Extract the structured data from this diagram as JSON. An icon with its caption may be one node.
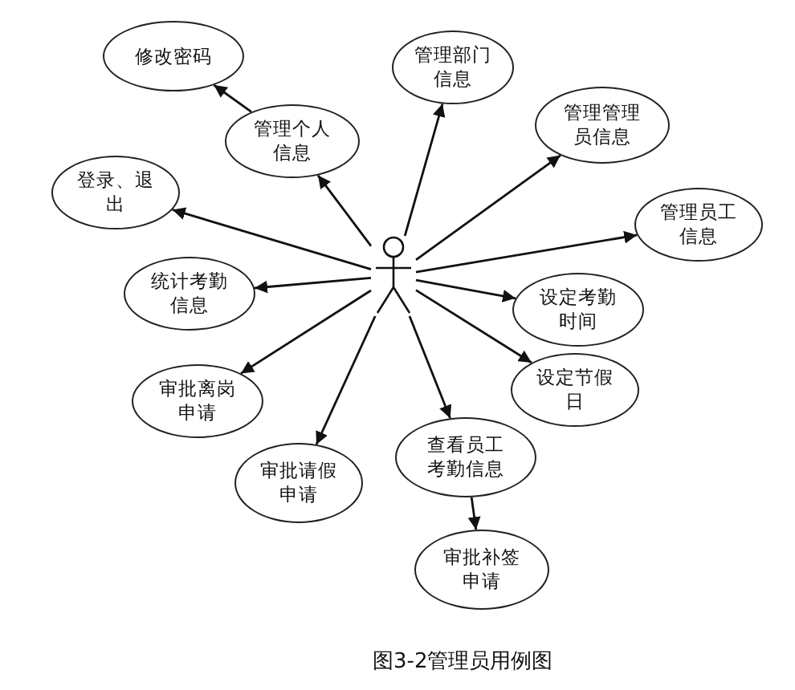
{
  "diagram": {
    "caption": "图3-2管理员用例图",
    "nodes": [
      {
        "text": [
          "修改密码"
        ]
      },
      {
        "text": [
          "管理部门信息"
        ]
      },
      {
        "text": [
          "管理个人信息"
        ]
      },
      {
        "text": [
          "管理管理员信息"
        ]
      },
      {
        "text": [
          "登录、退出"
        ]
      },
      {
        "text": [
          "管理员工信息"
        ]
      },
      {
        "text": [],
        "shape": "person"
      },
      {
        "text": [
          "统计考勤信息"
        ]
      },
      {
        "text": [
          "设定考勤时间"
        ]
      },
      {
        "text": [
          "设定节假日"
        ]
      },
      {
        "text": [
          "审批离岗申请"
        ]
      },
      {
        "text": [
          "查看员工考勤信息"
        ]
      },
      {
        "text": [
          "审批请假申请"
        ]
      },
      {
        "text": [
          "审批补签申请"
        ]
      }
    ],
    "edges": [
      {
        "from": 6,
        "to": 1,
        "arrow": "to"
      },
      {
        "from": 6,
        "to": 2,
        "arrow": "to"
      },
      {
        "from": 6,
        "to": 3,
        "arrow": "to"
      },
      {
        "from": 6,
        "to": 4,
        "arrow": "to"
      },
      {
        "from": 6,
        "to": 5,
        "arrow": "to"
      },
      {
        "from": 6,
        "to": 7,
        "arrow": "to"
      },
      {
        "from": 6,
        "to": 8,
        "arrow": "to"
      },
      {
        "from": 6,
        "to": 9,
        "arrow": "to"
      },
      {
        "from": 6,
        "to": 10,
        "arrow": "to"
      },
      {
        "from": 6,
        "to": 11,
        "arrow": "to"
      },
      {
        "from": 6,
        "to": 12,
        "arrow": "to"
      },
      {
        "from": 2,
        "to": 0,
        "arrow": "to"
      },
      {
        "from": 11,
        "to": 13,
        "arrow": "to"
      }
    ]
  }
}
